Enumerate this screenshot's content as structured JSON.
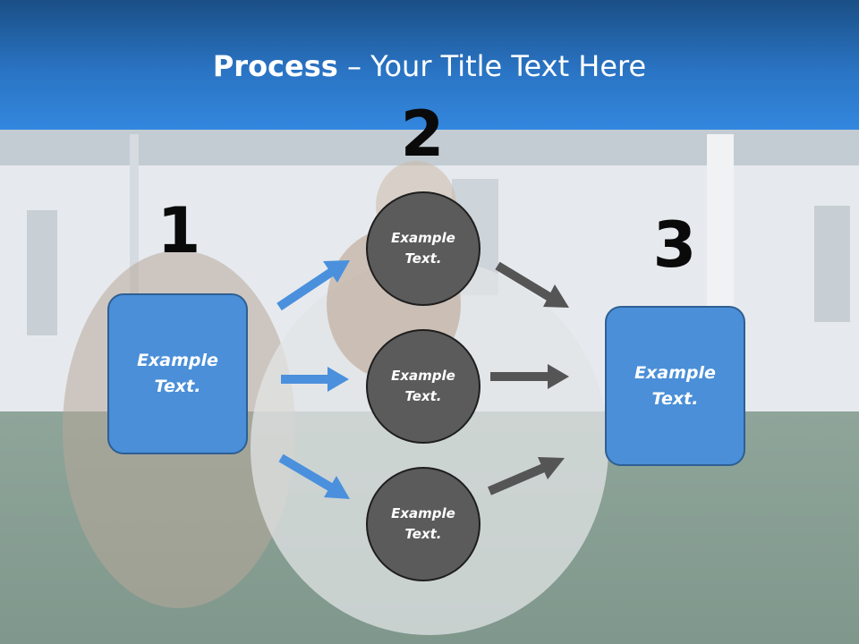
{
  "title": {
    "bold": "Process",
    "rest": " – Your Title Text Here"
  },
  "steps": [
    {
      "number": "1",
      "box": "Example Text."
    },
    {
      "number": "2"
    },
    {
      "number": "3",
      "box": "Example Text."
    }
  ],
  "circles": [
    "Example Text.",
    "Example Text.",
    "Example Text."
  ],
  "colors": {
    "header": "#2a74c4",
    "box_fill": "#4a8fd8",
    "circle_fill": "#5b5b5b",
    "arrow_blue": "#4a90dd",
    "arrow_gray": "#555555"
  }
}
